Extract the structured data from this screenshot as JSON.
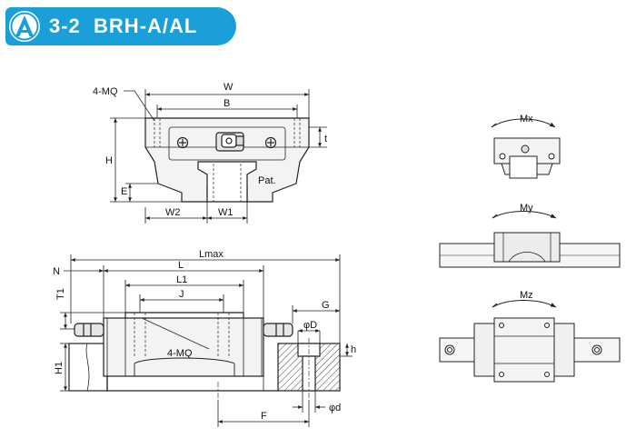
{
  "header": {
    "section": "3-2",
    "model": "BRH-A/AL",
    "logo_icon": "compass-a-logo-icon",
    "color": "#1b9fd8"
  },
  "front_view": {
    "labels": {
      "holes": "4-MQ",
      "width": "W",
      "bolt_spacing": "B",
      "height": "H",
      "clearance": "E",
      "rail_offset": "W2",
      "rail_width": "W1",
      "t": "t",
      "patent": "Pat."
    }
  },
  "side_view": {
    "labels": {
      "length": "Lmax",
      "n": "N",
      "l": "L",
      "l1": "L1",
      "j": "J",
      "t1": "T1",
      "h1": "H1",
      "holes": "4-MQ",
      "g": "G",
      "bore": "φD",
      "counterbore_depth": "h",
      "hole": "φd",
      "pitch": "F"
    }
  },
  "moment_views": {
    "labels": {
      "mx": "Mx",
      "my": "My",
      "mz": "Mz"
    }
  }
}
